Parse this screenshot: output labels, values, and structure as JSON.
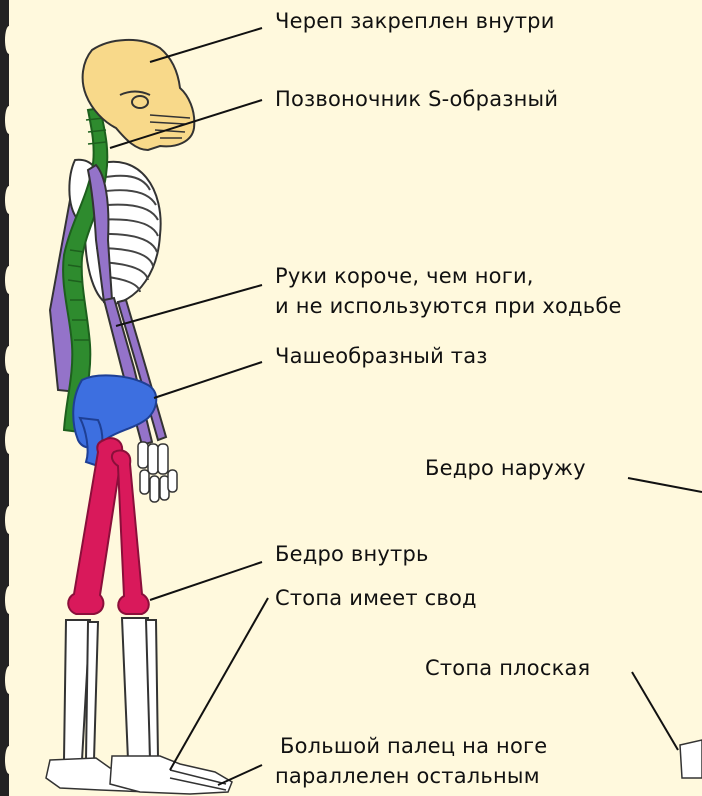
{
  "colors": {
    "background": "#fff9dd",
    "skull": "#f8d98a",
    "spine": "#2e8b2e",
    "pelvis": "#3d6fe0",
    "arm": "#9473c9",
    "femur": "#d9195b",
    "bone": "#ffffff",
    "outline": "#333333",
    "pointer_line": "#111111",
    "left_border": "#222222"
  },
  "labels": {
    "skull": "Череп закреплен внутри",
    "spine": "Позвоночник S-образный",
    "arms_line1": "Руки короче, чем ноги,",
    "arms_line2": "и не используются при ходьбе",
    "pelvis": "Чашеобразный таз",
    "femur_out": "Бедро наружу",
    "femur_in": "Бедро внутрь",
    "foot_arch": "Стопа имеет свод",
    "foot_flat": "Стопа плоская",
    "big_toe_line1": "Большой палец на ноге",
    "big_toe_line2": "параллелен остальным"
  }
}
